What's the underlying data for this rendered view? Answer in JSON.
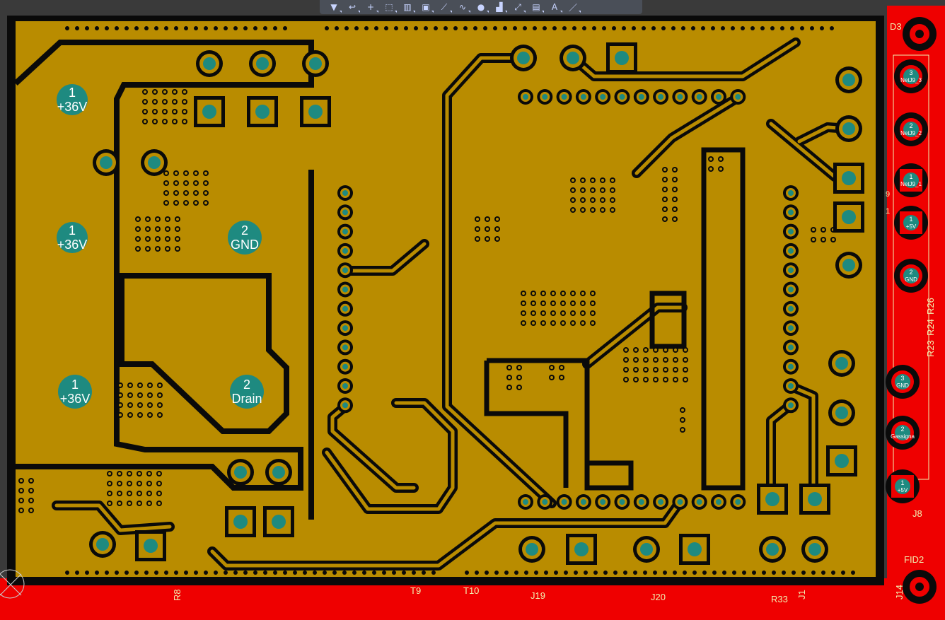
{
  "toolbar": {
    "tools": [
      {
        "icon": "filter-icon",
        "glyph": "▼"
      },
      {
        "icon": "magnet-icon",
        "glyph": "↩"
      },
      {
        "icon": "crosshair-icon",
        "glyph": "+"
      },
      {
        "icon": "select-rect-icon",
        "glyph": "⬚"
      },
      {
        "icon": "align-icon",
        "glyph": "▥"
      },
      {
        "icon": "component-icon",
        "glyph": "▣"
      },
      {
        "icon": "route-icon",
        "glyph": "⟋"
      },
      {
        "icon": "diff-pair-icon",
        "glyph": "∿"
      },
      {
        "icon": "via-icon",
        "glyph": "●"
      },
      {
        "icon": "polygon-icon",
        "glyph": "▟"
      },
      {
        "icon": "dimension-icon",
        "glyph": "⤢"
      },
      {
        "icon": "place-part-icon",
        "glyph": "▤"
      },
      {
        "icon": "text-icon",
        "glyph": "A"
      },
      {
        "icon": "line-icon",
        "glyph": "／"
      }
    ]
  },
  "pads": [
    {
      "num": "1",
      "net": "+36V"
    },
    {
      "num": "1",
      "net": "+36V"
    },
    {
      "num": "2",
      "net": "GND"
    },
    {
      "num": "1",
      "net": "+36V"
    },
    {
      "num": "2",
      "net": "Drain"
    }
  ],
  "right_pads": [
    {
      "num": "3",
      "net": "NetJ9_3"
    },
    {
      "num": "2",
      "net": "NetJ9_2"
    },
    {
      "num": "1",
      "net": "NetJ9_1"
    },
    {
      "num": "1",
      "net": "+5V"
    },
    {
      "num": "2",
      "net": "GND"
    },
    {
      "num": "3",
      "net": "GND"
    },
    {
      "num": "2",
      "net": "Gassigna"
    },
    {
      "num": "1",
      "net": "+5V"
    }
  ],
  "designators": {
    "d3": "D3",
    "j8": "J8",
    "fid2": "FID2",
    "j14": "J14",
    "r23": "R23",
    "r24": "R24",
    "r26": "R26",
    "r8": "R8",
    "r33": "R33",
    "j19": "J19",
    "j20": "J20",
    "t9": "T9",
    "t10": "T10",
    "j1": "J1",
    "nine": "9",
    "one": "1"
  },
  "colors": {
    "copper": "#b98c00",
    "trace_gap": "#0a0a0a",
    "pad": "#1e8a80",
    "top_layer": "#ef0000",
    "silkscreen": "#f0f0b0"
  }
}
